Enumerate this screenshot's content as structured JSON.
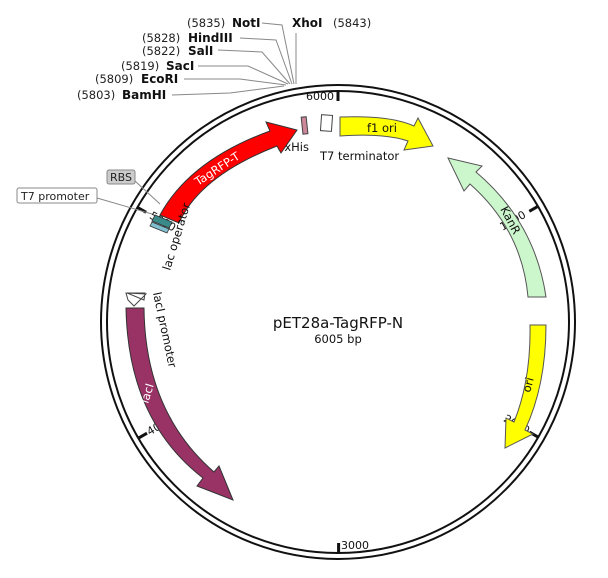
{
  "plasmid": {
    "name": "pET28a-TagRFP-N",
    "size_label": "6005 bp",
    "length": 6005
  },
  "ticks": [
    {
      "pos": 0,
      "label": "6000"
    },
    {
      "pos": 1000,
      "label": "1000"
    },
    {
      "pos": 2000,
      "label": "2000"
    },
    {
      "pos": 3000,
      "label": "3000"
    },
    {
      "pos": 4000,
      "label": "4000"
    },
    {
      "pos": 5000,
      "label": "5000"
    }
  ],
  "enzymes": [
    {
      "name": "NotI",
      "position": "(5835)"
    },
    {
      "name": "XhoI",
      "position": "(5843)"
    },
    {
      "name": "HindIII",
      "position": "(5828)"
    },
    {
      "name": "SalI",
      "position": "(5822)"
    },
    {
      "name": "SacI",
      "position": "(5819)"
    },
    {
      "name": "EcoRI",
      "position": "(5809)"
    },
    {
      "name": "BamHI",
      "position": "(5803)"
    }
  ],
  "features": {
    "tagrfp": {
      "label": "TagRFP-T",
      "color": "#ff0000"
    },
    "his": {
      "label": "6xHis",
      "color": "#cc8899"
    },
    "t7term": {
      "label": "T7 terminator"
    },
    "f1ori": {
      "label": "f1 ori",
      "color": "#ffff00"
    },
    "kanr": {
      "label": "KanR",
      "color": "#ccf7cc"
    },
    "ori": {
      "label": "ori",
      "color": "#ffff00"
    },
    "laci": {
      "label": "lacI",
      "color": "#993366"
    },
    "laci_promoter": {
      "label": "lacI promoter"
    },
    "lac_operator": {
      "label": "lac operator",
      "color": "#3a8a8a"
    }
  },
  "boxed_labels": {
    "rbs": "RBS",
    "t7_promoter": "T7 promoter"
  }
}
